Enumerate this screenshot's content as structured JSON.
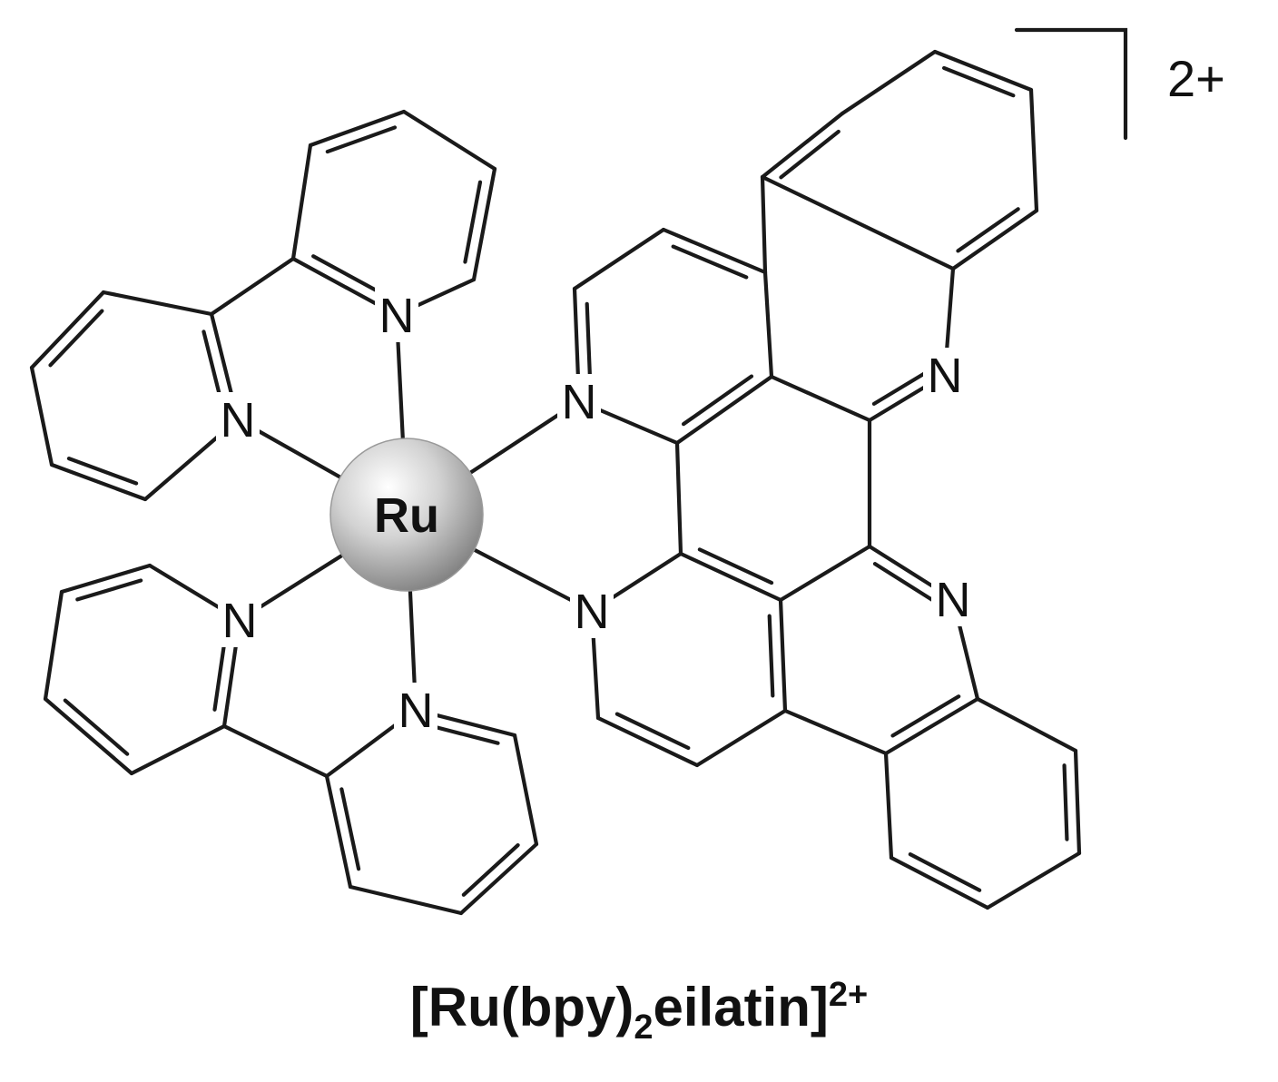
{
  "molecule": {
    "metal": "Ru",
    "donor_atom": "N",
    "charge": "2+"
  },
  "caption": {
    "prefix": "[Ru(bpy)",
    "subscript": "2",
    "suffix": "eilatin]",
    "superscript": "2+"
  }
}
